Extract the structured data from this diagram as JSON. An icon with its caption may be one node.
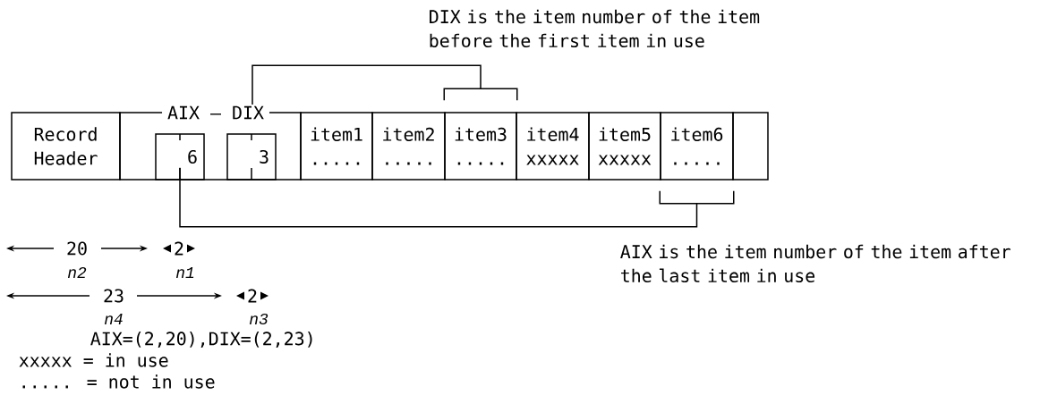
{
  "diagram": {
    "nodes": [
      {
        "text": [
          "Record Header"
        ]
      },
      {
        "text": [
          "AIX – DIX"
        ]
      },
      {
        "text": [
          "6"
        ],
        "in": 1
      },
      {
        "text": [
          "3"
        ],
        "in": 1
      },
      {
        "text": [
          "item1",
          "....."
        ]
      },
      {
        "text": [
          "item2",
          "....."
        ]
      },
      {
        "text": [
          "item3",
          "....."
        ]
      },
      {
        "text": [
          "item4",
          "xxxxx"
        ]
      },
      {
        "text": [
          "item5",
          "xxxxx"
        ]
      },
      {
        "text": [
          "item6",
          "....."
        ]
      },
      {
        "text": [],
        "shape": "box"
      }
    ],
    "edges": [
      {
        "from": 1,
        "to": 6,
        "arrow": "none"
      },
      {
        "from": 2,
        "to": 9,
        "arrow": "none"
      }
    ],
    "labels": [
      "DIX is the item number of the item before the first item in use",
      "20",
      "2",
      "AIX is the item number of the item after the last item in use",
      "n2",
      "n1",
      "23",
      "2",
      "n4",
      "n3",
      "AIX=(2,20),DIX=(2,23)",
      "xxxxx = in use",
      "..... = not in use"
    ]
  }
}
